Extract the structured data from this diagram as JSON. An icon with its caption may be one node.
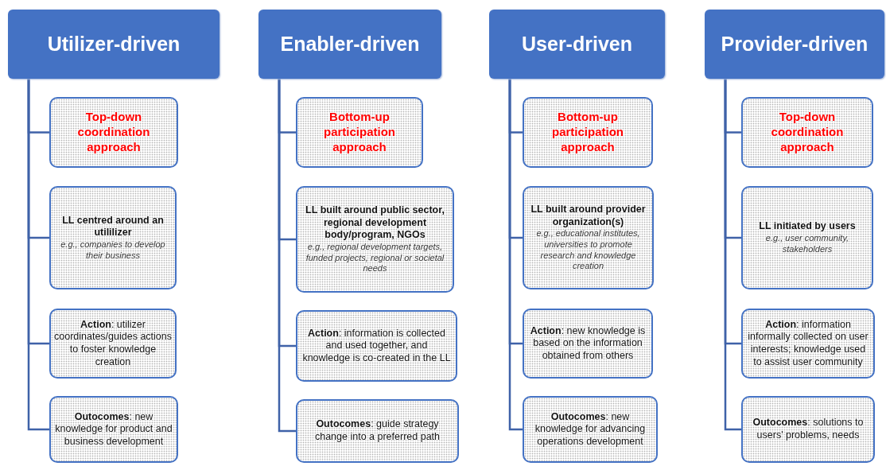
{
  "diagram": {
    "nodes": [
      {
        "text": [
          "Utilizer-driven"
        ]
      },
      {
        "text": [
          "Top-down coordination approach"
        ]
      },
      {
        "text": [
          "LL centred around an utililizer",
          "e.g., companies to develop their business"
        ]
      },
      {
        "text": [
          "**Action**: utilizer coordinates/guides actions to foster knowledge creation"
        ]
      },
      {
        "text": [
          "**Outocomes**: new knowledge for product and business development"
        ]
      },
      {
        "text": [
          "Enabler-driven"
        ]
      },
      {
        "text": [
          "Bottom-up participation approach"
        ]
      },
      {
        "text": [
          "LL built around public sector, regional development body/program, NGOs",
          "e.g., regional development targets, funded projects, regional or societal needs"
        ]
      },
      {
        "text": [
          "**Action**: information is collected and used together, and knowledge is co-created in the LL"
        ]
      },
      {
        "text": [
          "**Outocomes**: guide strategy change into a preferred path"
        ]
      },
      {
        "text": [
          "User-driven"
        ]
      },
      {
        "text": [
          "Bottom-up participation approach"
        ]
      },
      {
        "text": [
          "LL built around provider organization(s)",
          "e.g., educational institutes, universities to promote research and knowledge creation"
        ]
      },
      {
        "text": [
          "**Action**: new knowledge is based on the information obtained from others"
        ]
      },
      {
        "text": [
          "**Outocomes**: new knowledge for advancing operations development"
        ]
      },
      {
        "text": [
          "Provider-driven"
        ]
      },
      {
        "text": [
          "Top-down coordination approach"
        ]
      },
      {
        "text": [
          "LL initiated by users",
          "e.g., user community, stakeholders"
        ]
      },
      {
        "text": [
          "**Action**: information informally collected on user interests; knowledge used to assist user community"
        ]
      },
      {
        "text": [
          "**Outocomes**: solutions to users' problems, needs"
        ]
      }
    ],
    "edges": [
      {
        "from": 0,
        "to": 1,
        "arrow": "none"
      },
      {
        "from": 0,
        "to": 2,
        "arrow": "none"
      },
      {
        "from": 0,
        "to": 3,
        "arrow": "none"
      },
      {
        "from": 0,
        "to": 4,
        "arrow": "none"
      },
      {
        "from": 5,
        "to": 6,
        "arrow": "none"
      },
      {
        "from": 5,
        "to": 7,
        "arrow": "none"
      },
      {
        "from": 5,
        "to": 8,
        "arrow": "none"
      },
      {
        "from": 5,
        "to": 9,
        "arrow": "none"
      },
      {
        "from": 10,
        "to": 11,
        "arrow": "none"
      },
      {
        "from": 10,
        "to": 12,
        "arrow": "none"
      },
      {
        "from": 10,
        "to": 13,
        "arrow": "none"
      },
      {
        "from": 10,
        "to": 14,
        "arrow": "none"
      },
      {
        "from": 15,
        "to": 16,
        "arrow": "none"
      },
      {
        "from": 15,
        "to": 17,
        "arrow": "none"
      },
      {
        "from": 15,
        "to": 18,
        "arrow": "none"
      },
      {
        "from": 15,
        "to": 19,
        "arrow": "none"
      }
    ]
  }
}
